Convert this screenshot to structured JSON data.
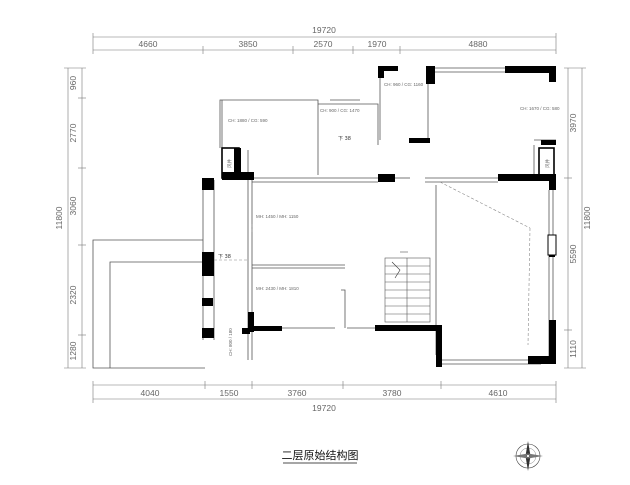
{
  "plan": {
    "title": "二层原始结构图",
    "top_total": "19720",
    "bottom_total": "19720",
    "left_total": "11800",
    "right_total": "11800",
    "top_dims": [
      "4660",
      "3850",
      "2570",
      "1970",
      "4880"
    ],
    "bottom_dims": [
      "4040",
      "1550",
      "3760",
      "3780",
      "4610"
    ],
    "left_dims": [
      "960",
      "2770",
      "3060",
      "2320",
      "1280"
    ],
    "right_dims": [
      "3970",
      "5590",
      "1110"
    ],
    "stair_labels": [
      "下 38",
      "下 38"
    ],
    "window_notes": [
      "CH: 1880 / CG: 590",
      "CH: 900 / CG: 1470",
      "CH: 960 / CG: 1160",
      "CH: 1670 / CG: 580",
      "MH: 1450 / MH: 1150",
      "MH: 2430 / MH: 1810",
      "CH: 800 / 180"
    ],
    "vent_labels": [
      "风井",
      "风井"
    ]
  },
  "colors": {
    "wall": "#000000",
    "line": "#555555",
    "dim": "#666666"
  },
  "icons": {
    "compass": "north-arrow-icon"
  }
}
